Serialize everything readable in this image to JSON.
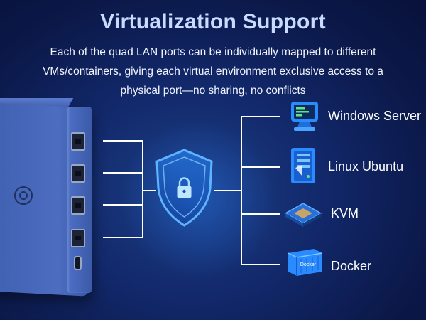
{
  "header": {
    "title": "Virtualization Support",
    "subtitle": "Each of the quad LAN ports can be individually mapped to different VMs/containers, giving each virtual environment exclusive access to a physical port—no sharing, no conflicts"
  },
  "targets": [
    {
      "label": "Windows Server",
      "icon": "monitor-icon"
    },
    {
      "label": "Linux Ubuntu",
      "icon": "server-icon"
    },
    {
      "label": "KVM",
      "icon": "cpu-chip-icon"
    },
    {
      "label": "Docker",
      "icon": "container-icon"
    }
  ],
  "docker_icon_text": "Docker",
  "colors": {
    "background": "#12286a",
    "title": "#c9dcff",
    "accent": "#2f8cff",
    "device": "#4c6dc0"
  }
}
